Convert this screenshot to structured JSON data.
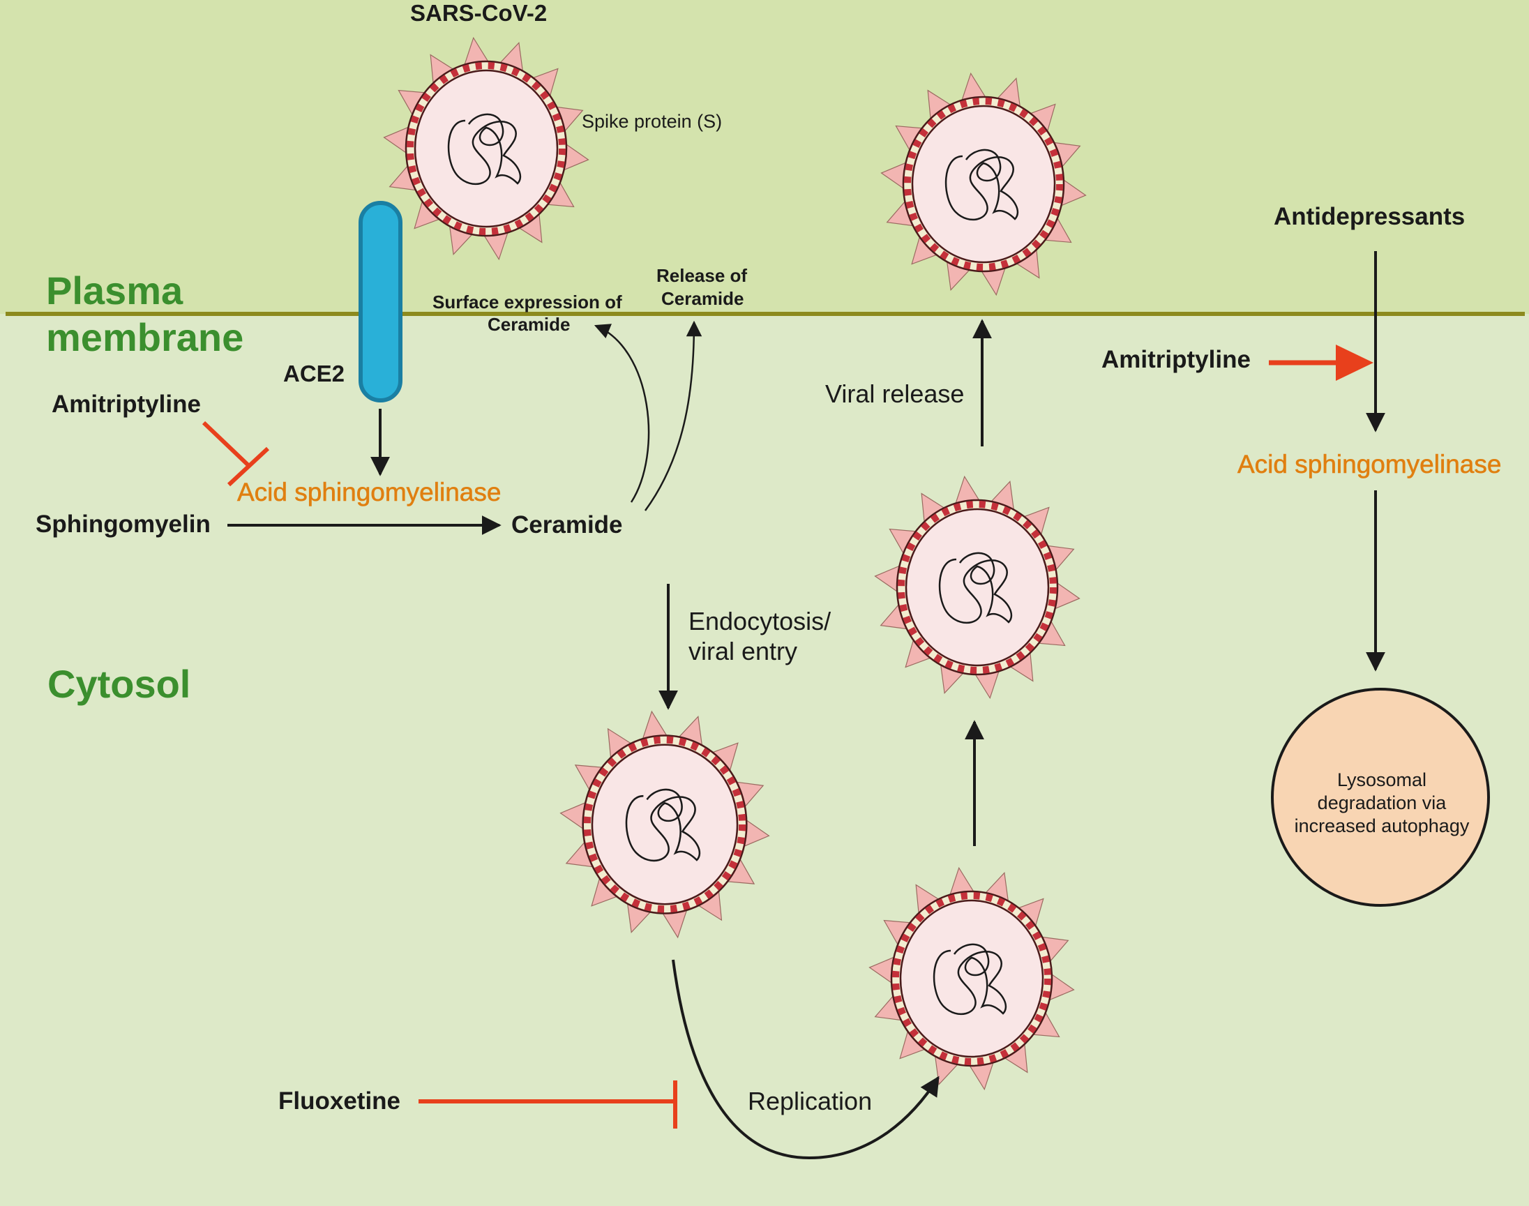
{
  "regions": {
    "plasma_membrane_line1": "Plasma",
    "plasma_membrane_line2": "membrane",
    "cytosol": "Cytosol"
  },
  "labels": {
    "virus_name": "SARS-CoV-2",
    "spike_protein": "Spike protein (S)",
    "ace2": "ACE2",
    "amitriptyline_left": "Amitriptyline",
    "acid_sphingomyelinase_left": "Acid sphingomyelinase",
    "sphingomyelin": "Sphingomyelin",
    "ceramide": "Ceramide",
    "surface_expression_line1": "Surface expression of",
    "surface_expression_line2": "Ceramide",
    "release_line1": "Release of",
    "release_line2": "Ceramide",
    "endocytosis_line1": "Endocytosis/",
    "endocytosis_line2": "viral entry",
    "viral_release": "Viral release",
    "replication": "Replication",
    "fluoxetine": "Fluoxetine",
    "antidepressants": "Antidepressants",
    "amitriptyline_right": "Amitriptyline",
    "acid_sphingomyelinase_right": "Acid sphingomyelinase",
    "lysosome_line1": "Lysosomal",
    "lysosome_line2": "degradation via",
    "lysosome_line3": "increased autophagy"
  },
  "colors": {
    "extracellular": "#d4e3ad",
    "cytosol": "#dde9c8",
    "membrane_line": "#8c8a1e",
    "region_text": "#3b8f2e",
    "enzyme_text": "#e07f10",
    "inhibitor_red": "#e8401c",
    "ace2_fill": "#29b0d8",
    "ace2_stroke": "#1a7fa3",
    "virus_interior": "#f9e6e6",
    "virus_spike": "#f2b5b2",
    "virus_ring_red": "#c4303a",
    "virus_ring_cream": "#f2ecd0",
    "lysosome_fill": "#f8d5b3"
  }
}
